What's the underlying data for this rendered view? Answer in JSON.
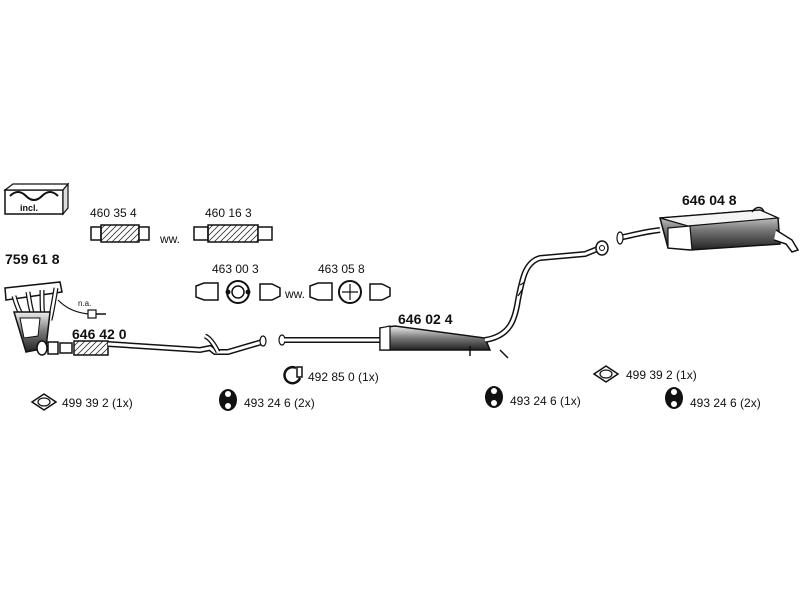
{
  "diagram": {
    "kit_box_label": "incl.",
    "main_parts": {
      "manifold": "759 61 8",
      "front_pipe": "646 42 0",
      "middle_silencer": "646 02 4",
      "rear_silencer": "646 04 8"
    },
    "alt_parts": {
      "flex_a": "460 35 4",
      "flex_b": "460 16 3",
      "ww_1": "ww.",
      "clamp_a": "463 00 3",
      "clamp_b": "463 05 8",
      "ww_2": "ww.",
      "sensor": "n.a."
    },
    "mounting_parts": {
      "gasket_front": "499 39 2 (1x)",
      "mount_front": "493 24 6 (2x)",
      "clamp_ring": "492 85 0 (1x)",
      "mount_mid": "493 24 6 (1x)",
      "gasket_rear": "499 39 2 (1x)",
      "mount_rear": "493 24 6 (2x)"
    }
  }
}
